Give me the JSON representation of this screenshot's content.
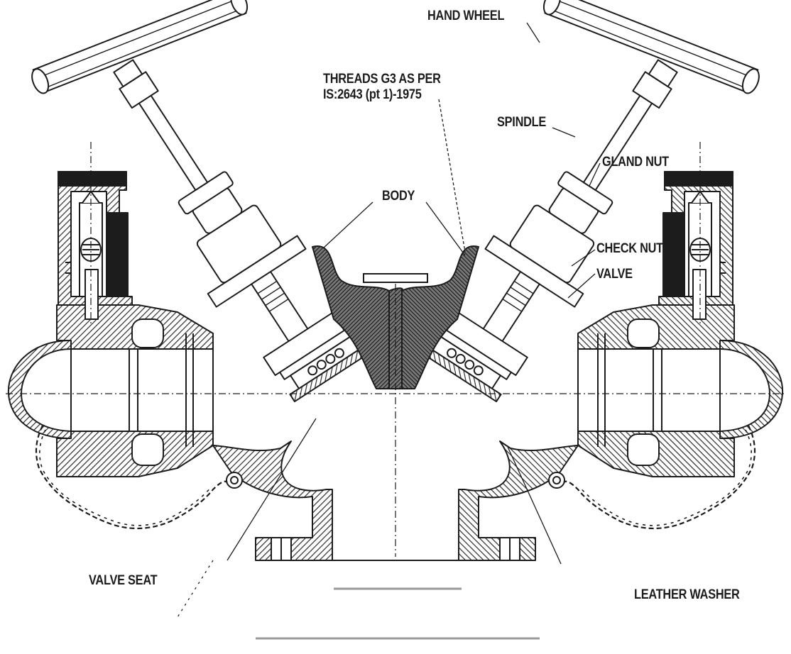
{
  "labels": {
    "hand_wheel": "HAND WHEEL",
    "threads_line1": "THREADS G3 AS PER",
    "threads_line2": "IS:2643 (pt 1)-1975",
    "spindle": "SPINDLE",
    "gland_nut": "GLAND NUT",
    "body": "BODY",
    "check_nut": "CHECK NUT",
    "valve": "VALVE",
    "valve_seat": "VALVE SEAT",
    "leather_washer": "LEATHER WASHER"
  },
  "colors": {
    "line": "#1c1c1c",
    "hatch": "#3a3a3a",
    "dim_line": "#9a9a9a",
    "background": "#ffffff"
  }
}
